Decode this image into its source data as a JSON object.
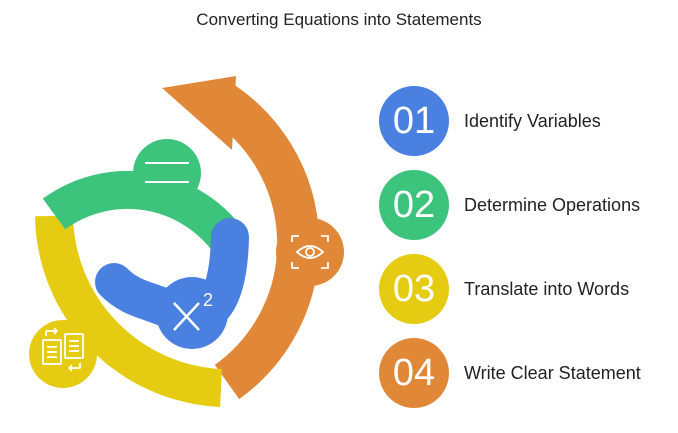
{
  "title": "Converting Equations into Statements",
  "colors": {
    "blue": "#4A80E0",
    "green": "#3CC47C",
    "yellow": "#E5CB12",
    "orange": "#E08838"
  },
  "icons": {
    "blue": "x-squared-icon",
    "green": "equals-icon",
    "yellow": "document-swap-icon",
    "orange": "eye-scan-icon"
  },
  "diagram": {
    "exponent_text": "2"
  },
  "steps": [
    {
      "number": "01",
      "label": "Identify Variables",
      "color": "#4A80E0"
    },
    {
      "number": "02",
      "label": "Determine Operations",
      "color": "#3CC47C"
    },
    {
      "number": "03",
      "label": "Translate into Words",
      "color": "#E5CB12"
    },
    {
      "number": "04",
      "label": "Write Clear Statement",
      "color": "#E08838"
    }
  ]
}
